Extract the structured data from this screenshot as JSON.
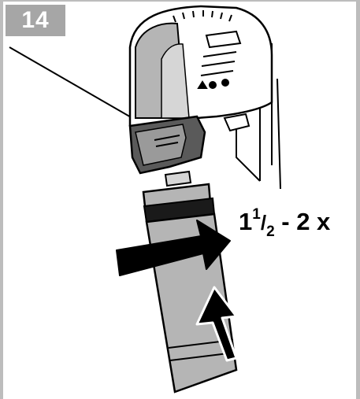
{
  "step": {
    "number": "14"
  },
  "label": {
    "whole": "1",
    "numerator": "1",
    "slash": "/",
    "denominator": "2",
    "rest": " - 2 x"
  },
  "colors": {
    "badge": "#a6a6a6",
    "part_fill": "#b5b5b5",
    "part_fill_light": "#d6d6d6",
    "outline": "#000000",
    "background": "#ffffff"
  }
}
